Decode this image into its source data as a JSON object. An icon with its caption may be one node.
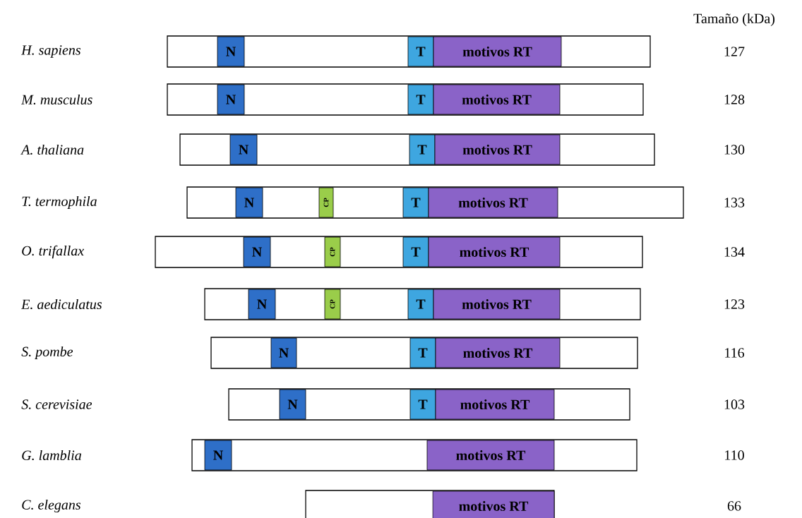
{
  "diagram": {
    "nodes": [
      {
        "text": [],
        "shape": "bar"
      },
      {
        "text": [
          "N"
        ],
        "in": 0
      },
      {
        "text": [
          "T"
        ],
        "in": 0
      },
      {
        "text": [
          "motivos RT"
        ],
        "in": 0
      },
      {
        "text": [],
        "shape": "bar"
      },
      {
        "text": [
          "N"
        ],
        "in": 4
      },
      {
        "text": [
          "T"
        ],
        "in": 4
      },
      {
        "text": [
          "motivos RT"
        ],
        "in": 4
      },
      {
        "text": [],
        "shape": "bar"
      },
      {
        "text": [
          "N"
        ],
        "in": 8
      },
      {
        "text": [
          "T"
        ],
        "in": 8
      },
      {
        "text": [
          "motivos RT"
        ],
        "in": 8
      },
      {
        "text": [],
        "shape": "bar"
      },
      {
        "text": [
          "N"
        ],
        "in": 12
      },
      {
        "text": [
          "CP"
        ],
        "in": 12
      },
      {
        "text": [
          "T"
        ],
        "in": 12
      },
      {
        "text": [
          "motivos RT"
        ],
        "in": 12
      },
      {
        "text": [],
        "shape": "bar"
      },
      {
        "text": [
          "N"
        ],
        "in": 17
      },
      {
        "text": [
          "CP"
        ],
        "in": 17
      },
      {
        "text": [
          "T"
        ],
        "in": 17
      },
      {
        "text": [
          "motivos RT"
        ],
        "in": 17
      },
      {
        "text": [],
        "shape": "bar"
      },
      {
        "text": [
          "N"
        ],
        "in": 22
      },
      {
        "text": [
          "CP"
        ],
        "in": 22
      },
      {
        "text": [
          "T"
        ],
        "in": 22
      },
      {
        "text": [
          "motivos RT"
        ],
        "in": 22
      },
      {
        "text": [],
        "shape": "bar"
      },
      {
        "text": [
          "N"
        ],
        "in": 27
      },
      {
        "text": [
          "T"
        ],
        "in": 27
      },
      {
        "text": [
          "motivos RT"
        ],
        "in": 27
      },
      {
        "text": [],
        "shape": "bar"
      },
      {
        "text": [
          "N"
        ],
        "in": 31
      },
      {
        "text": [
          "T"
        ],
        "in": 31
      },
      {
        "text": [
          "motivos RT"
        ],
        "in": 31
      },
      {
        "text": [],
        "shape": "bar"
      },
      {
        "text": [
          "N"
        ],
        "in": 35
      },
      {
        "text": [
          "motivos RT"
        ],
        "in": 35
      },
      {
        "text": [],
        "shape": "bar"
      },
      {
        "text": [
          "motivos RT"
        ],
        "in": 38
      }
    ],
    "labels": [
      "Tamaño (kDa)",
      "*H. sapiens*",
      "127",
      "*M. musculus*",
      "128",
      "*A. thaliana*",
      "130",
      "*T. termophila*",
      "133",
      "*O. trifallax*",
      "134",
      "*E. aediculatus*",
      "123",
      "*S. pombe*",
      "116",
      "*S. cerevisiae*",
      "103",
      "*G. lamblia*",
      "110",
      "*C. elegans*",
      "66"
    ]
  }
}
